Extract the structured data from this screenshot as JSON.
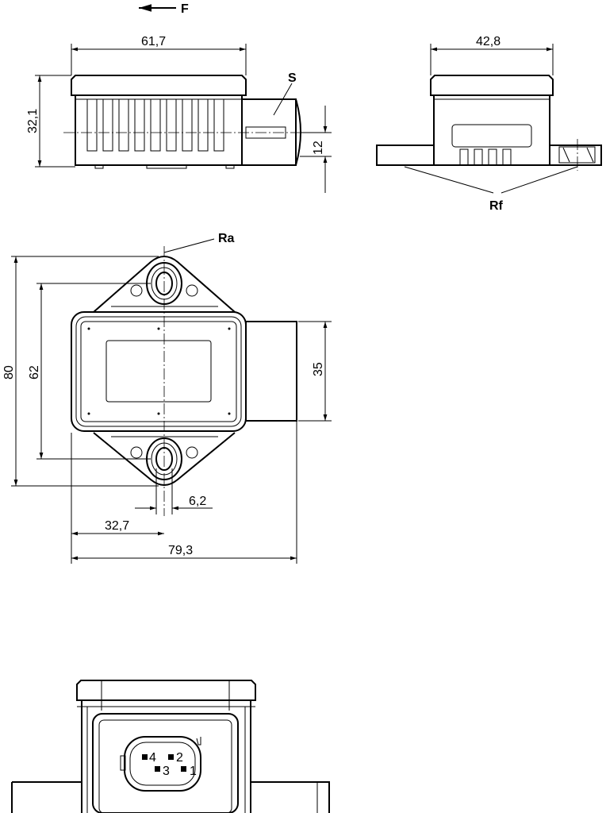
{
  "title": "Sensor dimension drawing",
  "labels": {
    "force": "F",
    "sensor": "S",
    "mount_face": "Rf",
    "axis": "Ra"
  },
  "dimensions": {
    "top_width": "61,7",
    "side_width": "42,8",
    "height": "32,1",
    "connector_height": "12",
    "overall_length": "80",
    "hole_spacing": "62",
    "connector_width": "35",
    "hole_width": "6,2",
    "center_offset": "32,7",
    "overall_width": "79,3"
  },
  "pins": [
    "1",
    "2",
    "3",
    "4"
  ]
}
